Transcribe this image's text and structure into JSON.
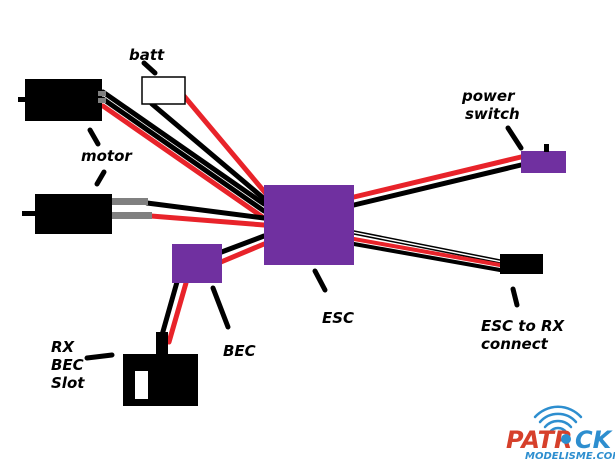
{
  "labels": {
    "batt": "batt",
    "motor": "motor",
    "power_switch_line1": "power",
    "power_switch_line2": "switch",
    "esc": "ESC",
    "bec": "BEC",
    "esc_rx_line1": "ESC to RX",
    "esc_rx_line2": "connect",
    "rx_line1": "RX",
    "rx_line2": "BEC",
    "rx_line3": "Slot"
  },
  "watermark": {
    "brand_left": "PATR",
    "brand_right": "CK",
    "site": "MODELISME.COM"
  },
  "colors": {
    "component": "#7030a0",
    "wire_red": "#e8232a",
    "wire_black": "#000000",
    "wire_gray": "#808080",
    "brand_red": "#d6402b",
    "brand_blue": "#2d8ecf"
  }
}
